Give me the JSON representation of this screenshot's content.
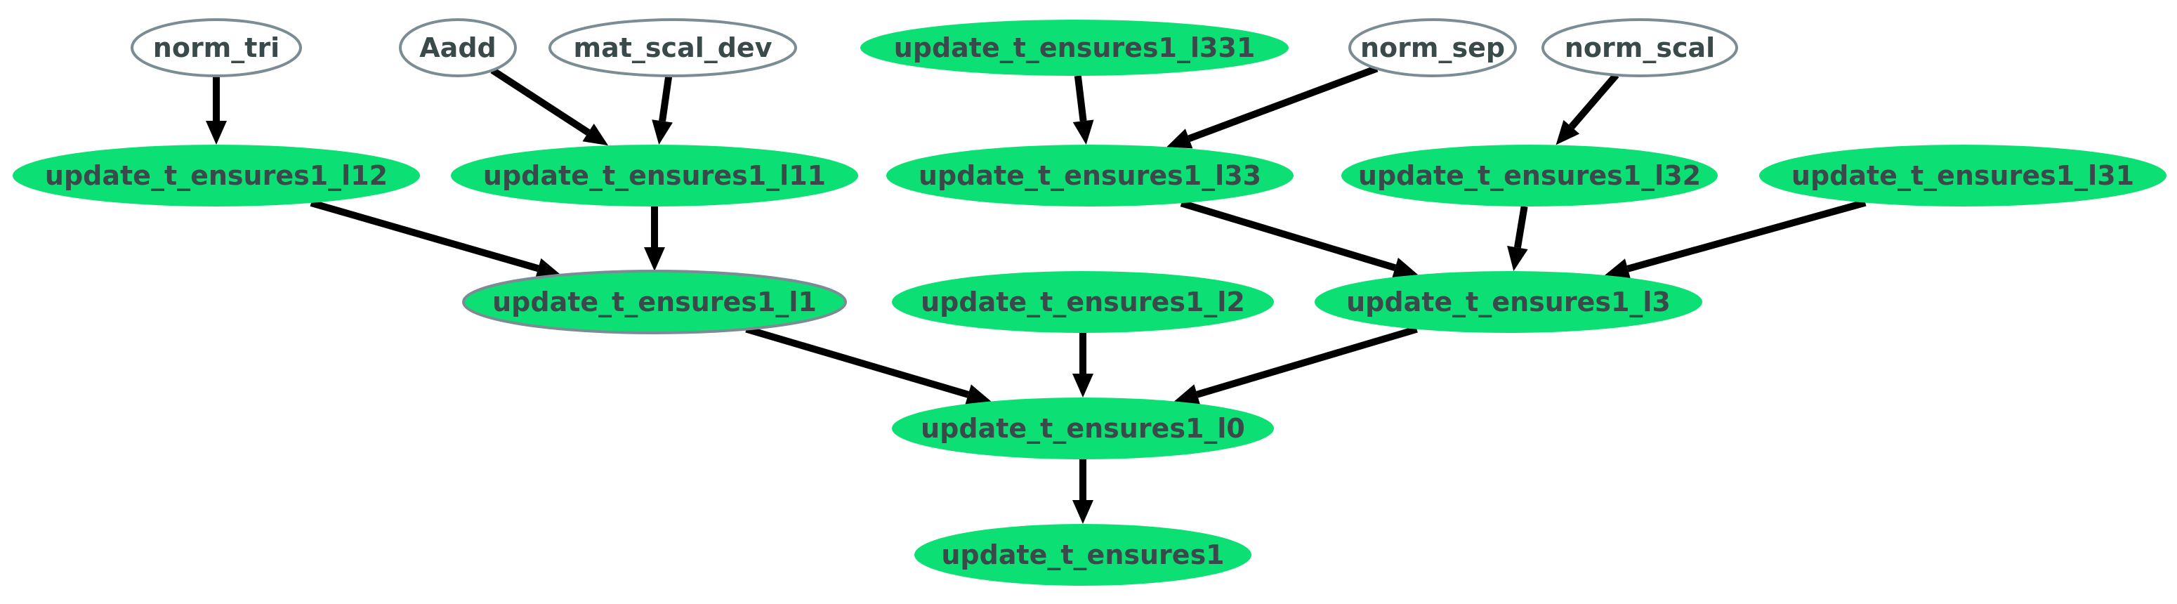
{
  "graph": {
    "colors": {
      "filled_node": "#0ce074",
      "outline_node_stroke": "#7a8c94",
      "label": "#3a4a4a",
      "edge": "#000000"
    },
    "nodes": [
      {
        "id": "norm_tri",
        "label": "norm_tri",
        "style": "outline"
      },
      {
        "id": "Aadd",
        "label": "Aadd",
        "style": "outline"
      },
      {
        "id": "mat_scal_dev",
        "label": "mat_scal_dev",
        "style": "outline"
      },
      {
        "id": "l331",
        "label": "update_t_ensures1_l331",
        "style": "filled"
      },
      {
        "id": "norm_sep",
        "label": "norm_sep",
        "style": "outline"
      },
      {
        "id": "norm_scal",
        "label": "norm_scal",
        "style": "outline"
      },
      {
        "id": "l12",
        "label": "update_t_ensures1_l12",
        "style": "filled"
      },
      {
        "id": "l11",
        "label": "update_t_ensures1_l11",
        "style": "filled"
      },
      {
        "id": "l33",
        "label": "update_t_ensures1_l33",
        "style": "filled"
      },
      {
        "id": "l32",
        "label": "update_t_ensures1_l32",
        "style": "filled"
      },
      {
        "id": "l31",
        "label": "update_t_ensures1_l31",
        "style": "filled"
      },
      {
        "id": "l1",
        "label": "update_t_ensures1_l1",
        "style": "filled-outlined"
      },
      {
        "id": "l2",
        "label": "update_t_ensures1_l2",
        "style": "filled"
      },
      {
        "id": "l3",
        "label": "update_t_ensures1_l3",
        "style": "filled"
      },
      {
        "id": "l0",
        "label": "update_t_ensures1_l0",
        "style": "filled"
      },
      {
        "id": "root",
        "label": "update_t_ensures1",
        "style": "filled"
      }
    ],
    "edges": [
      {
        "from": "norm_tri",
        "to": "l12"
      },
      {
        "from": "Aadd",
        "to": "l11"
      },
      {
        "from": "mat_scal_dev",
        "to": "l11"
      },
      {
        "from": "l331",
        "to": "l33"
      },
      {
        "from": "norm_sep",
        "to": "l33"
      },
      {
        "from": "norm_scal",
        "to": "l32"
      },
      {
        "from": "l12",
        "to": "l1"
      },
      {
        "from": "l11",
        "to": "l1"
      },
      {
        "from": "l33",
        "to": "l3"
      },
      {
        "from": "l32",
        "to": "l3"
      },
      {
        "from": "l31",
        "to": "l3"
      },
      {
        "from": "l1",
        "to": "l0"
      },
      {
        "from": "l2",
        "to": "l0"
      },
      {
        "from": "l3",
        "to": "l0"
      },
      {
        "from": "l0",
        "to": "root"
      }
    ]
  }
}
